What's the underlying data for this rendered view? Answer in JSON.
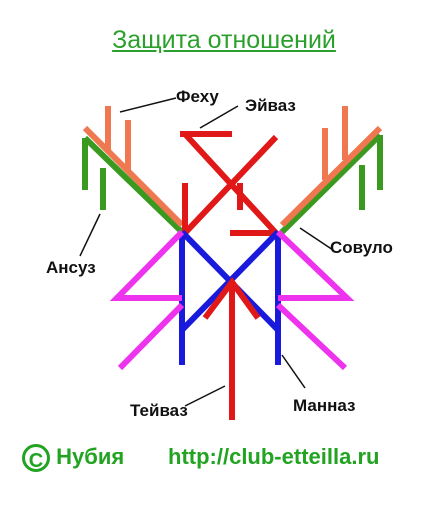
{
  "title": "Защита отношений",
  "labels": {
    "fehu": "Феху",
    "eyvaz": "Эйваз",
    "ansuz": "Ансуз",
    "sovulo": "Совуло",
    "teyvaz": "Тейваз",
    "mannaz": "Манназ"
  },
  "footer": {
    "copyright_symbol": "C",
    "author": "Нубия",
    "url": "http://club-etteilla.ru"
  },
  "colors": {
    "title": "#2ca02c",
    "fehu": "#f07850",
    "ansuz": "#3a9a20",
    "eyvaz": "#e01818",
    "sovulo": "#ee33ee",
    "mannaz": "#1a1adc",
    "teyvaz": "#e01818"
  }
}
